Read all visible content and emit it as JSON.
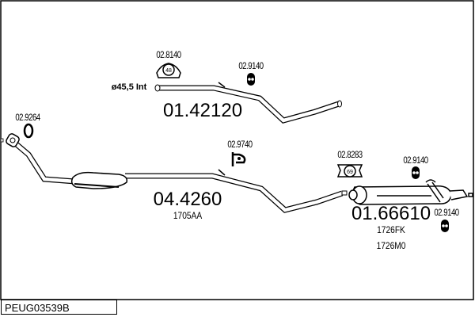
{
  "diagram_code": "PEUG03539B",
  "inlet_label": "ø45,5 Int",
  "parts": {
    "front_pipe": {
      "number": "04.4260",
      "oe_ref": "1705AA"
    },
    "middle_pipe": {
      "number": "01.42120"
    },
    "rear_muffler": {
      "number": "01.66610",
      "oe_refs": [
        "1726FK",
        "1726M0"
      ]
    }
  },
  "accessories": [
    {
      "number": "02.8140",
      "badge": "48"
    },
    {
      "number": "02.9140",
      "badge": "oo"
    },
    {
      "number": "02.9264"
    },
    {
      "number": "02.9740"
    },
    {
      "number": "02.8283",
      "badge": "69"
    },
    {
      "number": "02.9140",
      "badge": "oo"
    },
    {
      "number": "02.9140",
      "badge": "oo"
    }
  ]
}
